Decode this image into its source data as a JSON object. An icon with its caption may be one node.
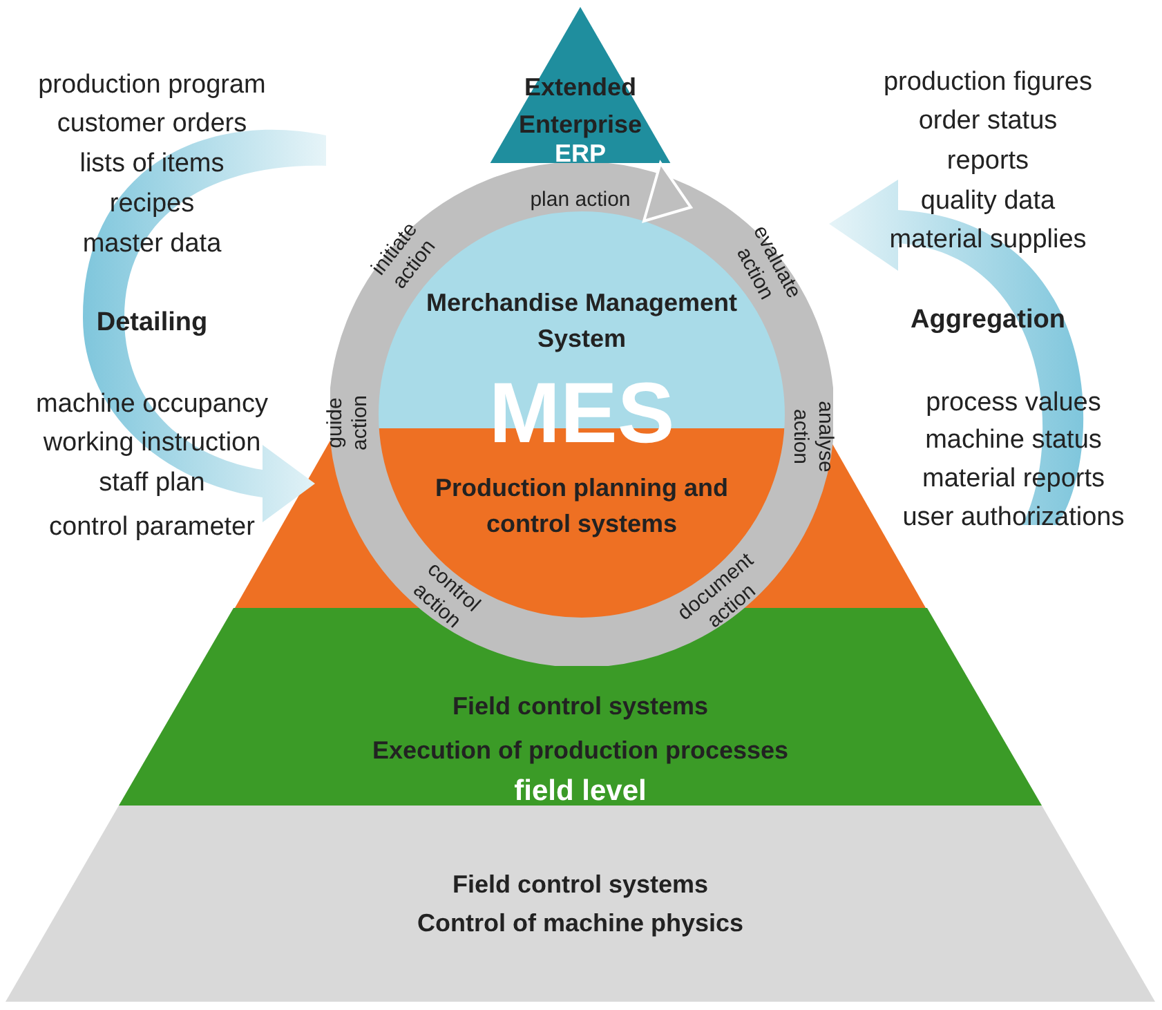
{
  "diagram": {
    "nodes": [
      {
        "text": [
          "Extended Enterprise",
          "ERP"
        ]
      },
      {
        "text": [
          "Merchandise Management System",
          "MES",
          "Production planning and control systems"
        ]
      },
      {
        "text": [
          "Field control systems",
          "Execution of production processes",
          "field level"
        ]
      },
      {
        "text": [
          "Field control systems",
          "Control of machine physics"
        ]
      }
    ],
    "labels": [
      "production program",
      "customer orders",
      "lists of items",
      "recipes",
      "master data",
      "Detailing",
      "machine occupancy",
      "working instruction",
      "staff plan",
      "control parameter",
      "production figures",
      "order status",
      "reports",
      "quality data",
      "material supplies",
      "Aggregation",
      "process values",
      "machine status",
      "material reports",
      "user authorizations",
      "plan action",
      "initiate action",
      "evaluate action",
      "guide action",
      "analyse action",
      "control action",
      "document action"
    ]
  }
}
